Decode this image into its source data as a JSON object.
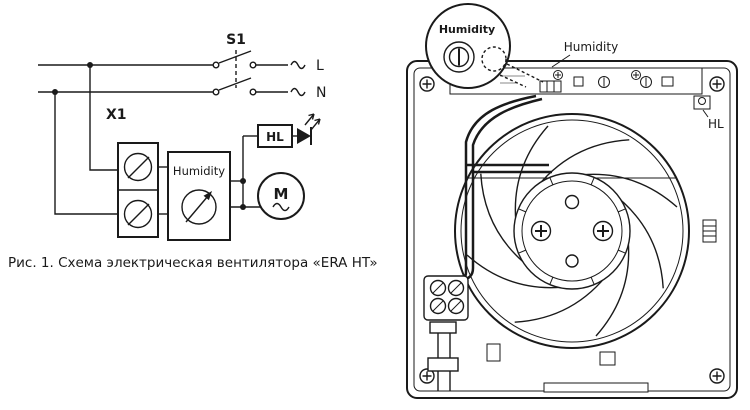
{
  "figure": {
    "caption": "Рис. 1. Схема электрическая вентилятора «ERA HT»"
  },
  "schematic": {
    "switch_label": "S1",
    "line_label": "L",
    "neutral_label": "N",
    "terminal_block_label": "X1",
    "humidity_label": "Humidity",
    "indicator_label": "HL",
    "motor_label": "M"
  },
  "fan_view": {
    "board_label": "Humidity",
    "indicator_label": "HL",
    "callout_label": "Humidity"
  },
  "colors": {
    "ink": "#1a1a1a",
    "background": "#ffffff"
  }
}
